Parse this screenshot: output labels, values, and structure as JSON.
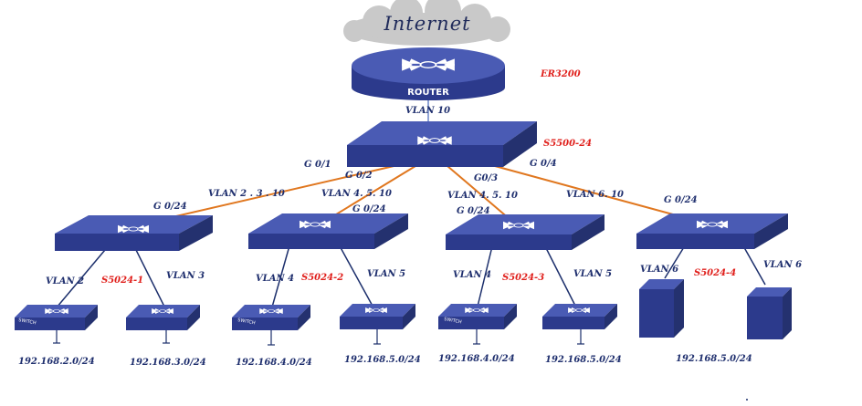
{
  "cloud": {
    "label": "Internet"
  },
  "router": {
    "label": "ROUTER",
    "name": "ER3200"
  },
  "core": {
    "name": "S5500-24",
    "uplink_vlan": "VLAN 10",
    "ports": [
      "G 0/1",
      "G 0/2",
      "G0/3",
      "G 0/4"
    ]
  },
  "trunks": [
    "VLAN 2 . 3 . 10",
    "VLAN 4. 5. 10",
    "VLAN 4. 5. 10",
    "VLAN 6. 10"
  ],
  "access": [
    {
      "name": "S5024-1",
      "port": "G 0/24",
      "vlan_left": "VLAN 2",
      "vlan_right": "VLAN 3"
    },
    {
      "name": "S5024-2",
      "port": "G 0/24",
      "vlan_left": "VLAN 4",
      "vlan_right": "VLAN 5"
    },
    {
      "name": "S5024-3",
      "port": "G 0/24",
      "vlan_left": "VLAN 4",
      "vlan_right": "VLAN 5"
    },
    {
      "name": "S5024-4",
      "port": "G 0/24",
      "vlan_left": "VLAN 6",
      "vlan_right": "VLAN 6"
    }
  ],
  "endpoint_label": "SWITCH",
  "subnets": [
    "192.168.2.0/24",
    "192.168.3.0/24",
    "192.168.4.0/24",
    "192.168.5.0/24",
    "192.168.4.0/24",
    "192.168.5.0/24",
    "192.168.5.0/24"
  ],
  "colors": {
    "device_top": "#4a5bb4",
    "device_side": "#2c3a8c",
    "trunk_line": "#e0771f",
    "access_line": "#1c2f6c",
    "label": "#1f2f6e",
    "name_label": "#e0201c",
    "cloud": "#c8c8c8"
  },
  "icons": [
    "cloud-icon",
    "router-icon",
    "switch-icon",
    "server-icon"
  ]
}
